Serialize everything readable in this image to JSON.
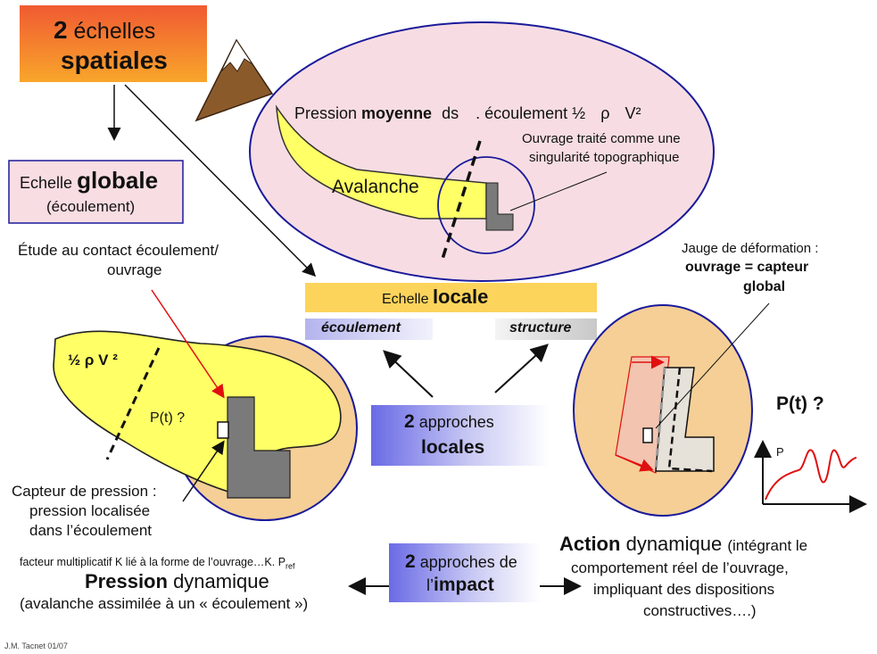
{
  "colors": {
    "avalanche_fill": "#ffff66",
    "pink_ellipse": "#f7dde3",
    "circle_fill": "#f5cf96",
    "ouvrage": "#7a7a7a",
    "mountain": "#8b5a2b",
    "header_orange": "#f7931e",
    "header_red": "#e8432f",
    "label_yellow": "#fcd45c",
    "label_blue": "#c9c9f2",
    "label_grey": "#dcdcdc",
    "gradient_blue": "#6a6ae6",
    "arrow_red": "#e01010"
  },
  "header": {
    "number": "2",
    "word1": "échelles",
    "word2": "spatiales"
  },
  "global_box": {
    "label": "Echelle",
    "bold": "globale",
    "sub": "(écoulement)"
  },
  "top_ellipse": {
    "formula_prefix": "Pression",
    "formula_bold": "moyenne",
    "formula_mid": "ds",
    "formula_rest": ". écoulement ½",
    "rho": "ρ",
    "v2": "V²",
    "avalanche": "Avalanche",
    "ouvrage_line1": "Ouvrage traité comme une",
    "ouvrage_line2": "singularité topographique"
  },
  "etude": {
    "line1": "Étude au contact écoulement/",
    "line2": "ouvrage"
  },
  "locale": {
    "label": "Echelle",
    "bold": "locale",
    "tab_ecoulement": "écoulement",
    "tab_structure": "structure"
  },
  "jauge": {
    "line1": "Jauge de déformation :",
    "line2": "ouvrage = capteur",
    "line3": "global"
  },
  "left_circle": {
    "formula": "½  ρ   V ²",
    "pt": "P(t) ?"
  },
  "approches_locales": {
    "number": "2",
    "word": "approches",
    "bold": "locales"
  },
  "graph": {
    "title": "P(t) ?",
    "axis_label": "P"
  },
  "capteur": {
    "line1": "Capteur de pression :",
    "line2": "pression localisée",
    "line3": "dans l’écoulement"
  },
  "facteur": {
    "text": "facteur multiplicatif K lié à la forme de l’ouvrage…K. P",
    "sub": "ref"
  },
  "pression_dynamique": {
    "bold": "Pression",
    "rest": "dynamique",
    "sub": "(avalanche assimilée à un « écoulement »)"
  },
  "impact": {
    "number": "2",
    "word": "approches de",
    "prefix": "l’",
    "bold": "impact"
  },
  "action": {
    "bold": "Action",
    "rest": "dynamique",
    "paren": "(intégrant  le",
    "line2": "comportement réel de l’ouvrage,",
    "line3": "impliquant des dispositions",
    "line4": "constructives….)"
  },
  "credit": "J.M. Tacnet 01/07"
}
